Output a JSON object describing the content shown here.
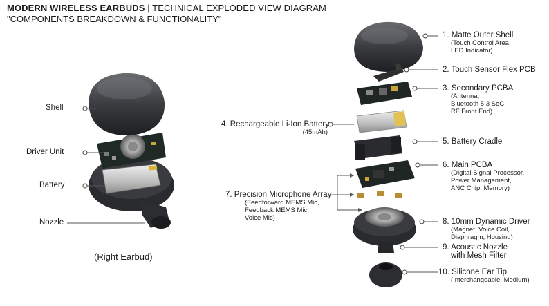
{
  "header": {
    "title_bold": "MODERN WIRELESS EARBUDS",
    "title_rest": " | TECHNICAL EXPLODED VIEW DIAGRAM",
    "subtitle": "\"COMPONENTS BREAKDOWN & FUNCTIONALITY\""
  },
  "left": {
    "labels": [
      "Shell",
      "Driver Unit",
      "Battery",
      "Nozzle"
    ],
    "caption": "(Right Earbud)"
  },
  "components": [
    {
      "title": "1. Matte Outer Shell",
      "detail": [
        "(Touch Control Area,",
        "LED Indicator)"
      ]
    },
    {
      "title": "2. Touch Sensor Flex PCB",
      "detail": []
    },
    {
      "title": "3. Secondary PCBA",
      "detail": [
        "(Antenna,",
        "Bluetooth 5.3 SoC,",
        "RF Front End)"
      ]
    },
    {
      "title": "4. Rechargeable Li-Ion Battery",
      "detail": [
        "(45mAh)"
      ]
    },
    {
      "title": "5. Battery Cradle",
      "detail": []
    },
    {
      "title": "6. Main PCBA",
      "detail": [
        "(Digital Signal Processor,",
        "Power Management,",
        "ANC Chip, Memory)"
      ]
    },
    {
      "title": "7. Precision Microphone Array",
      "detail": [
        "(Feedforward MEMS Mic,",
        "Feedback MEMS Mic,",
        "Voice Mic)"
      ]
    },
    {
      "title": "8. 10mm Dynamic Driver",
      "detail": [
        "(Magnet, Voice Coil,",
        "Diaphragm, Housing)"
      ]
    },
    {
      "title": "9. Acoustic Nozzle",
      "detail": [
        "with Mesh Filter"
      ]
    },
    {
      "title": "10. Silicone Ear Tip",
      "detail": [
        "(Interchangeable, Medium)"
      ]
    }
  ]
}
